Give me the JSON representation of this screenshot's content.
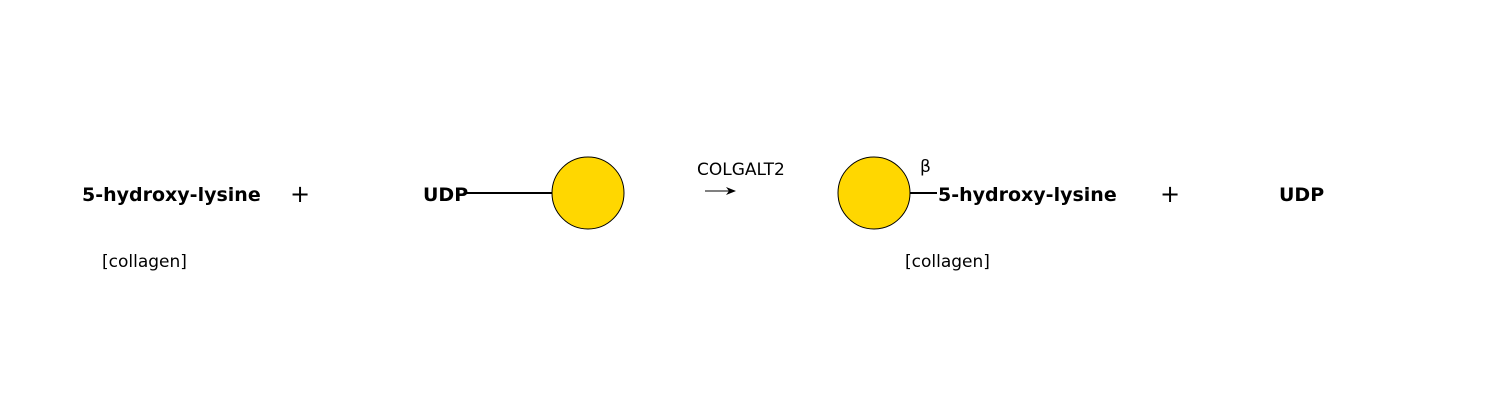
{
  "reaction": {
    "substrate_1": {
      "name": "5-hydroxy-lysine",
      "context": "[collagen]"
    },
    "operator_1": "+",
    "substrate_2": {
      "name": "UDP",
      "sugar_color": "#FFD700"
    },
    "enzyme": "COLGALT2",
    "product_1": {
      "name": "5-hydroxy-lysine",
      "context": "[collagen]",
      "sugar_color": "#FFD700",
      "linkage": "β"
    },
    "operator_2": "+",
    "product_2": {
      "name": "UDP"
    }
  }
}
